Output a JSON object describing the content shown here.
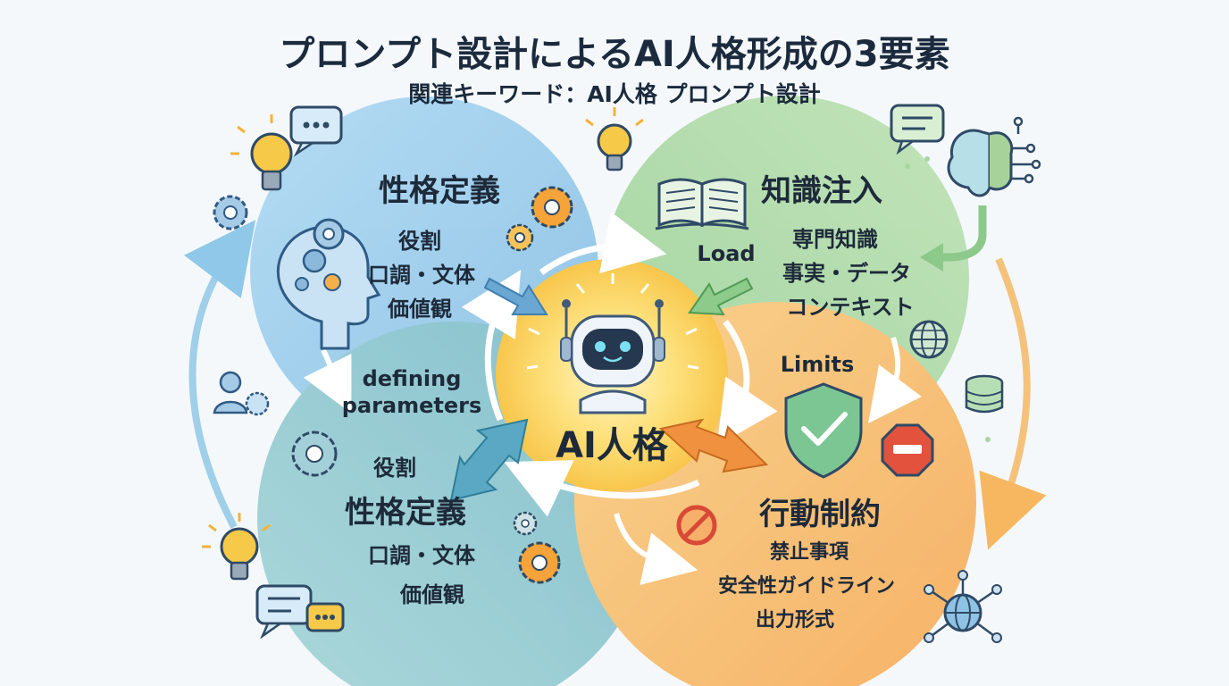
{
  "header": {
    "title": "プロンプト設計によるAI人格形成の3要素",
    "subtitle": "関連キーワード：AI人格 プロンプト設計"
  },
  "center": {
    "label": "AI人格"
  },
  "personality_top": {
    "title": "性格定義",
    "items": [
      "役割",
      "口調・文体",
      "価値観"
    ]
  },
  "knowledge": {
    "title": "知識注入",
    "items": [
      "専門知識",
      "事実・データ",
      "コンテキスト"
    ]
  },
  "personality_bottom": {
    "title": "性格定義",
    "items": [
      "役割",
      "口調・文体",
      "価値観"
    ]
  },
  "constraints": {
    "title": "行動制約",
    "items": [
      "禁止事項",
      "安全性ガイドライン",
      "出力形式"
    ]
  },
  "flow_labels": {
    "load": "Load",
    "limits": "Limits",
    "defining_1": "defining",
    "defining_2": "parameters"
  },
  "icons": [
    "lightbulb-icon",
    "chat-bubble-icon",
    "gear-icon",
    "head-gears-icon",
    "book-icon",
    "brain-circuit-icon",
    "globe-network-icon",
    "database-icon",
    "shield-check-icon",
    "stop-sign-icon",
    "no-entry-icon",
    "robot-icon",
    "user-gear-icon"
  ],
  "colors": {
    "blue": "#8fc8ea",
    "green": "#a8d8a0",
    "teal": "#86c6cf",
    "orange": "#f7b866",
    "center": "#fbd562"
  }
}
